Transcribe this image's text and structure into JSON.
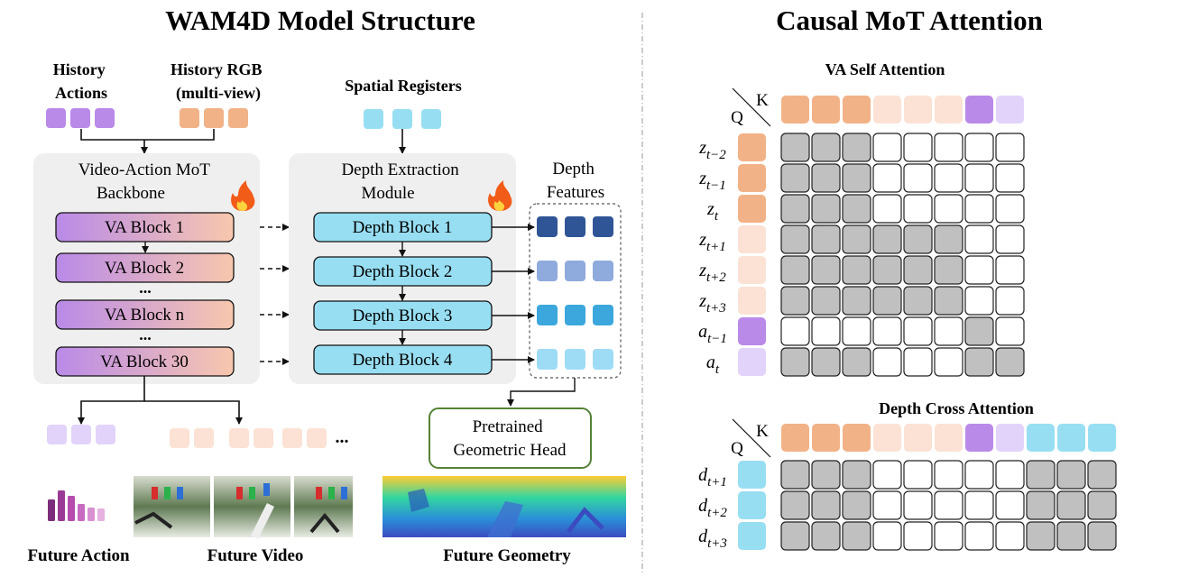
{
  "left": {
    "title": "WAM4D Model Structure",
    "inputs": {
      "history_actions": [
        "History",
        "Actions"
      ],
      "history_rgb": [
        "History RGB",
        "(multi-view)"
      ],
      "spatial_registers": "Spatial Registers"
    },
    "backbone": {
      "title": [
        "Video-Action MoT",
        "Backbone"
      ],
      "blocks": [
        "VA Block 1",
        "VA Block 2",
        "VA Block n",
        "VA Block 30"
      ],
      "ellipsis": "..."
    },
    "depth_module": {
      "title": [
        "Depth Extraction",
        "Module"
      ],
      "blocks": [
        "Depth Block 1",
        "Depth Block 2",
        "Depth Block 3",
        "Depth Block 4"
      ]
    },
    "depth_features": [
      "Depth",
      "Features"
    ],
    "geometric_head": [
      "Pretrained",
      "Geometric Head"
    ],
    "outputs": {
      "ellipsis": "...",
      "future_action": "Future Action",
      "future_video": "Future Video",
      "future_geometry": "Future Geometry"
    },
    "icons": [
      "fire-icon",
      "fire-icon"
    ]
  },
  "right": {
    "title": "Causal MoT Attention",
    "self_attention": {
      "title": "VA Self Attention",
      "q_label": "Q",
      "k_label": "K",
      "key_tokens": [
        "z",
        "z",
        "z",
        "z",
        "z",
        "z",
        "a",
        "a"
      ],
      "rows": [
        {
          "base": "z",
          "sub": "t−2",
          "mask": [
            1,
            1,
            1,
            0,
            0,
            0,
            0,
            0
          ]
        },
        {
          "base": "z",
          "sub": "t−1",
          "mask": [
            1,
            1,
            1,
            0,
            0,
            0,
            0,
            0
          ]
        },
        {
          "base": "z",
          "sub": "t",
          "mask": [
            1,
            1,
            1,
            0,
            0,
            0,
            0,
            0
          ]
        },
        {
          "base": "z",
          "sub": "t+1",
          "mask": [
            1,
            1,
            1,
            1,
            1,
            1,
            0,
            0
          ]
        },
        {
          "base": "z",
          "sub": "t+2",
          "mask": [
            1,
            1,
            1,
            1,
            1,
            1,
            0,
            0
          ]
        },
        {
          "base": "z",
          "sub": "t+3",
          "mask": [
            1,
            1,
            1,
            1,
            1,
            1,
            0,
            0
          ]
        },
        {
          "base": "a",
          "sub": "t−1",
          "mask": [
            0,
            0,
            0,
            0,
            0,
            0,
            1,
            0
          ]
        },
        {
          "base": "a",
          "sub": "t",
          "mask": [
            1,
            1,
            1,
            0,
            0,
            0,
            1,
            1
          ]
        }
      ]
    },
    "cross_attention": {
      "title": "Depth Cross Attention",
      "q_label": "Q",
      "k_label": "K",
      "rows": [
        {
          "base": "d",
          "sub": "t+1",
          "mask": [
            1,
            1,
            1,
            0,
            0,
            0,
            0,
            0,
            1,
            1,
            1
          ]
        },
        {
          "base": "d",
          "sub": "t+2",
          "mask": [
            1,
            1,
            1,
            0,
            0,
            0,
            0,
            0,
            1,
            1,
            1
          ]
        },
        {
          "base": "d",
          "sub": "t+3",
          "mask": [
            1,
            1,
            1,
            0,
            0,
            0,
            0,
            0,
            1,
            1,
            1
          ]
        }
      ]
    }
  },
  "colors": {
    "history_rgb": "#f2b287",
    "future_rgb": "#fbe2d4",
    "history_action": "#b98ae8",
    "future_action": "#e2d3fa",
    "register": "#98def2",
    "mask_on": "#c0c0c0",
    "depth1": "#2f5597",
    "depth2": "#8faadc",
    "depth3": "#3ba7dc",
    "depth4": "#9edcf6",
    "head_border": "#548235"
  }
}
